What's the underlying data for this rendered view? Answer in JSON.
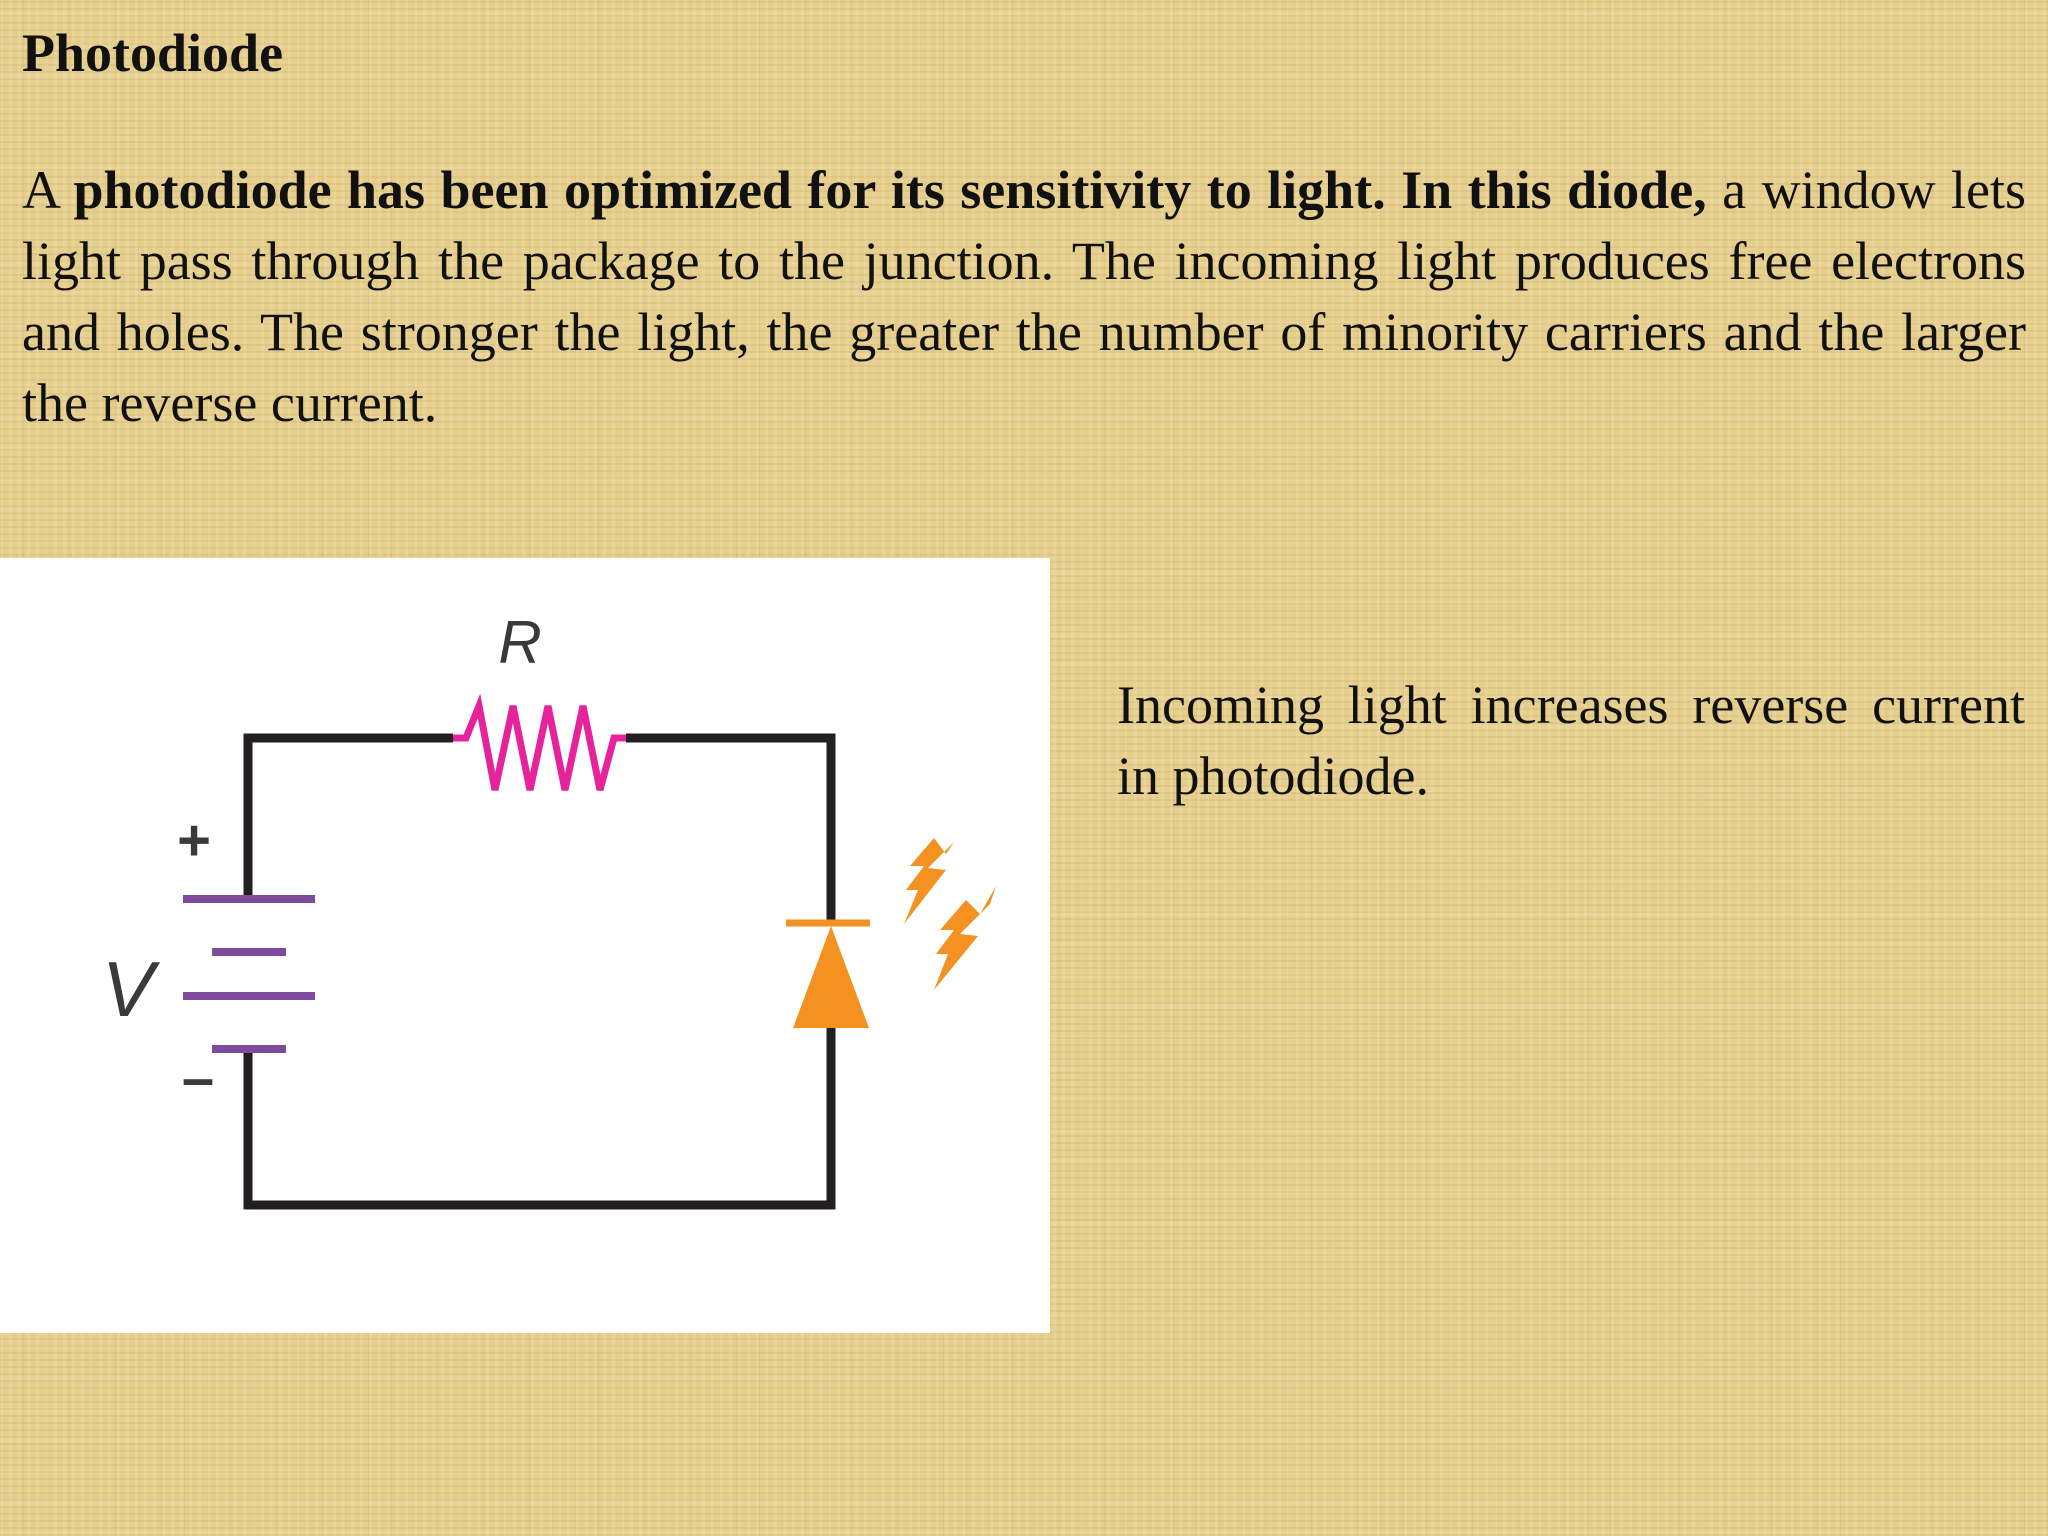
{
  "slide": {
    "title": "Photodiode",
    "intro": {
      "lead": "A ",
      "bold": "photodiode has been optimized for its sensitivity to light. In this diode,",
      "rest": " a window lets light pass through the package to the junction. The incoming light produces free electrons and holes. The stronger the light, the greater the number of minority carriers and the larger the reverse current."
    },
    "figure": {
      "resistor_label": "R",
      "source_label": "V",
      "plus_sign": "+",
      "minus_sign": "–",
      "colors": {
        "wire": "#231f20",
        "resistor": "#e6239a",
        "battery": "#7e4a9b",
        "diode": "#f39221",
        "light_arrows": "#f39221"
      },
      "icons": [
        "battery-icon",
        "resistor-icon",
        "photodiode-icon",
        "light-arrows-icon"
      ]
    },
    "caption": "Incoming light increases reverse current in photodiode."
  }
}
